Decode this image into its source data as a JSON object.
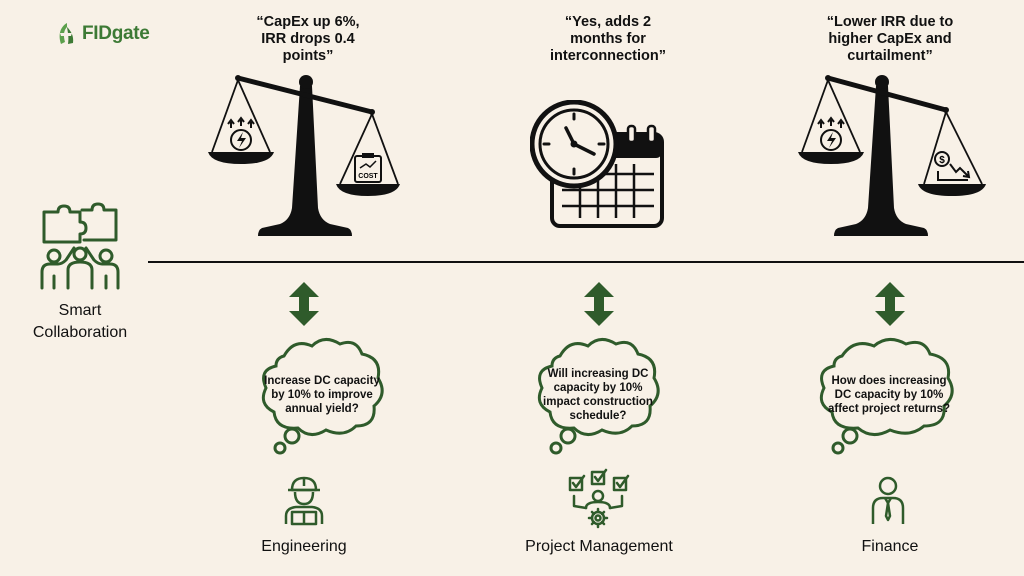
{
  "logo": {
    "text": "FIDgate"
  },
  "left_panel": {
    "label_line1": "Smart",
    "label_line2": "Collaboration"
  },
  "columns": [
    {
      "role": "Engineering",
      "question": [
        "Increase DC capacity",
        "by 10% to improve",
        "annual yield?"
      ],
      "quote": [
        "“CapEx up 6%,",
        "IRR drops 0.4",
        "points”"
      ],
      "cost_label": "COST"
    },
    {
      "role": "Project Management",
      "question": [
        "Will increasing DC",
        "capacity by 10%",
        "impact construction",
        "schedule?"
      ],
      "quote": [
        "“Yes, adds 2",
        "months for",
        "interconnection”"
      ]
    },
    {
      "role": "Finance",
      "question": [
        "How does increasing",
        "DC capacity by 10%",
        "affect project returns?"
      ],
      "quote": [
        "“Lower IRR due to",
        "higher CapEx and",
        "curtailment”"
      ],
      "dollar_label": "$"
    }
  ],
  "colors": {
    "accent_green": "#2f5b2b",
    "logo_green": "#3d7a35",
    "background": "#f8f1e7",
    "ink": "#111111"
  }
}
